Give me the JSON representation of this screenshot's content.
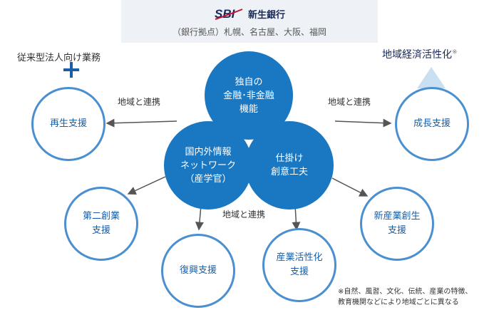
{
  "header": {
    "logo_text": "SBI",
    "bank_name": "新生銀行",
    "locations": "（銀行拠点）札幌、名古屋、大阪、福岡"
  },
  "top_left": {
    "label": "従来型法人向け業務"
  },
  "top_right": {
    "label": "地域経済活性化",
    "mark": "※"
  },
  "core": {
    "top": "独自の\n金融･非金融\n機能",
    "left": "国内外情報\nネットワーク\n（産学官）",
    "right": "仕掛け\n創意工夫"
  },
  "outer": {
    "saisei": "再生支援",
    "seicho": "成長支援",
    "daini": "第二創業\n支援",
    "fukko": "復興支援",
    "sangyo": "産業活性化\n支援",
    "shinsangyo": "新産業創生\n支援"
  },
  "links": {
    "left": "地域と連携",
    "right": "地域と連携",
    "bottom": "地域と連携"
  },
  "footnote": "※自然、風習、文化、伝統、産業の特徴、\n教育機関などにより地域ごとに異なる",
  "colors": {
    "core_fill": "#1a78c2",
    "outer_stroke": "#4a8fd0",
    "logo_red": "#c8102e",
    "logo_navy": "#1a2a5a"
  }
}
